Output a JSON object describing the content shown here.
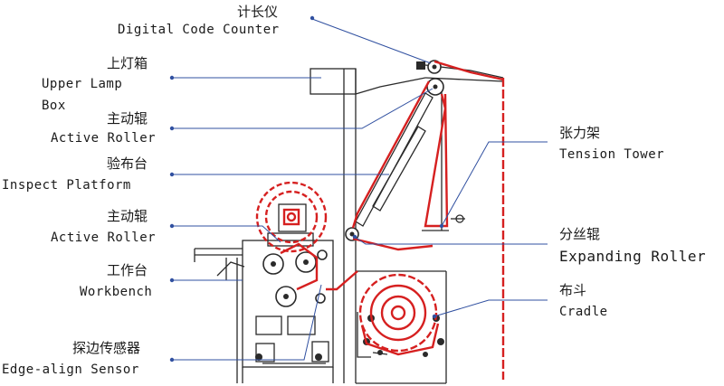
{
  "labels": {
    "digital_code_counter": {
      "zh": "计长仪",
      "en": "Digital Code Counter"
    },
    "upper_lamp_box": {
      "zh": "上灯箱",
      "en_line1": "Upper Lamp",
      "en_line2": "Box"
    },
    "active_roller_top": {
      "zh": "主动辊",
      "en": "Active Roller"
    },
    "inspect_platform": {
      "zh": "验布台",
      "en": "Inspect Platform"
    },
    "active_roller_bottom": {
      "zh": "主动辊",
      "en": "Active Roller"
    },
    "workbench": {
      "zh": "工作台",
      "en": "Workbench"
    },
    "edge_align_sensor": {
      "zh": "探边传感器",
      "en": "Edge-align Sensor"
    },
    "tension_tower": {
      "zh": "张力架",
      "en": "Tension Tower"
    },
    "expanding_roller": {
      "zh": "分丝辊",
      "en": "Expanding Roller"
    },
    "cradle": {
      "zh": "布斗",
      "en": "Cradle"
    }
  },
  "colors": {
    "fabric": "#d62020",
    "machine": "#2a2a2a",
    "leader": "#3050a0"
  }
}
